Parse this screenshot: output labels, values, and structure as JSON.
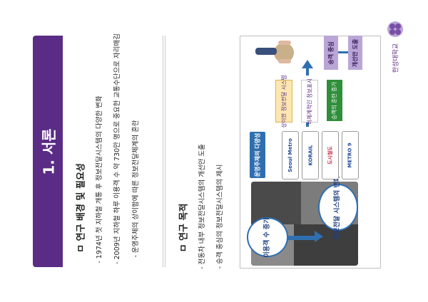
{
  "slide": {
    "title": "1. 서론",
    "logo_text": "한성대학교",
    "section1": {
      "heading": "ㅁ 연구 배경 및 필요성",
      "bullets": [
        "- 1974년 첫 지하철 개통 후 정보전달시스템의 다양한 변화",
        "- 2009년 지하철 하루 이용객 수 약 730만 명으로 중요한 교통수단으로 자리매김",
        "- 운영주체의 상이함에 따른 정보전달체계의 혼란"
      ]
    },
    "section2": {
      "heading": "ㅁ 연구 목적",
      "bullets": [
        "- 전동차 내부 정보전달시스템의 개선안 도출",
        "- 승객 중심의 정보전달시스템의 제시"
      ]
    },
    "diagram": {
      "ellipse1": "이용객 수 증가",
      "ellipse2": "정보전달 시스템의 변화",
      "operator_label": "운영주체의 다양성",
      "operators": [
        "Seoul Metro",
        "KORAIL",
        "도시철도",
        "METRO 9"
      ],
      "box_info_system": "상이한 정보전달 시스템",
      "box_inefficient": "비체계적인 정보표시",
      "box_confusion": "승객의 혼란 증가",
      "box_passenger": "승객 중심",
      "box_improve": "개선안 도출"
    },
    "colors": {
      "purple": "#5a2c86",
      "blue": "#2f6fb0",
      "green": "#2f8f3a",
      "lavender": "#b9a6d6"
    }
  }
}
